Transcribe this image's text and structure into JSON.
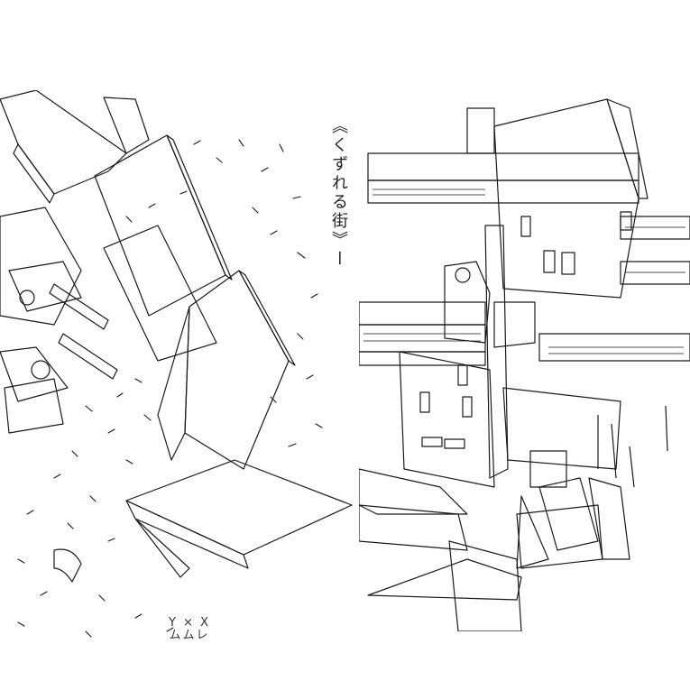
{
  "artwork": {
    "caption": "《くずれる街》ー",
    "signature_line1": "Y × X",
    "signature_line2": "ムムレ"
  },
  "colors": {
    "ink": "#1a1a1a",
    "paper": "#ffffff"
  }
}
